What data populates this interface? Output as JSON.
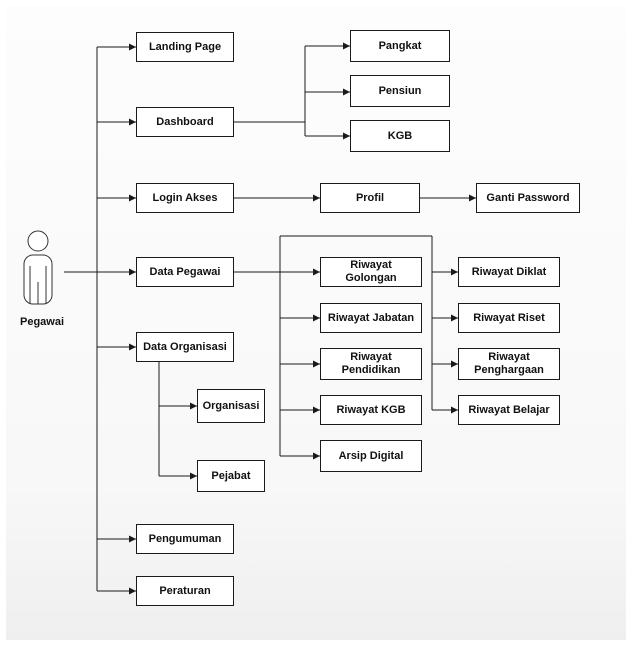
{
  "actor": {
    "label": "Pegawai"
  },
  "nodes": {
    "landing_page": "Landing Page",
    "dashboard": "Dashboard",
    "login_akses": "Login Akses",
    "data_pegawai": "Data Pegawai",
    "data_organisasi": "Data Organisasi",
    "pengumuman": "Pengumuman",
    "peraturan": "Peraturan",
    "pangkat": "Pangkat",
    "pensiun": "Pensiun",
    "kgb": "KGB",
    "profil": "Profil",
    "ganti_password": "Ganti Password",
    "riwayat_golongan": "Riwayat Golongan",
    "riwayat_jabatan": "Riwayat Jabatan",
    "riwayat_pendidikan": "Riwayat Pendidikan",
    "riwayat_kgb": "Riwayat KGB",
    "arsip_digital": "Arsip Digital",
    "riwayat_diklat": "Riwayat Diklat",
    "riwayat_riset": "Riwayat Riset",
    "riwayat_penghargaan": "Riwayat Penghargaan",
    "riwayat_belajar": "Riwayat Belajar",
    "organisasi": "Organisasi",
    "pejabat": "Pejabat"
  },
  "colors": {
    "line": "#1a1a1a",
    "box_border": "#1a1a1a",
    "box_fill": "#ffffff"
  }
}
